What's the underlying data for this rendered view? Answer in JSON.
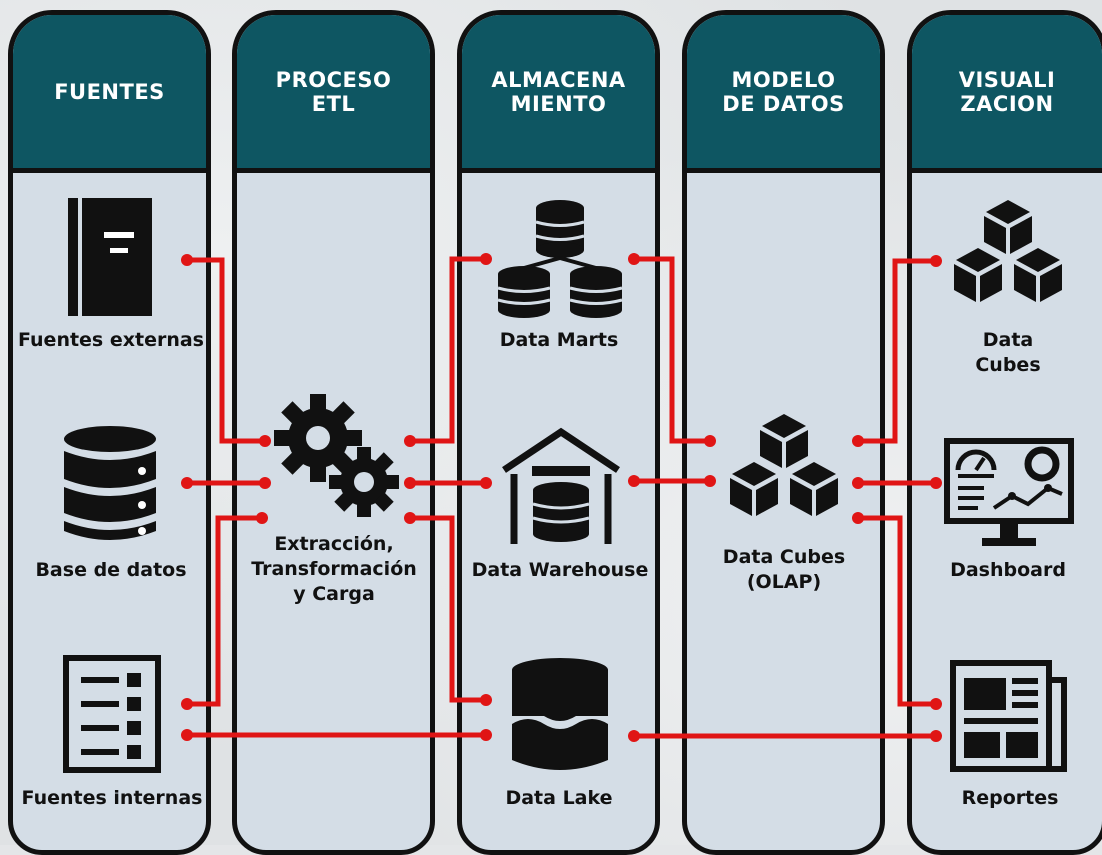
{
  "columns": [
    {
      "title": "FUENTES"
    },
    {
      "title": "PROCESO\nETL"
    },
    {
      "title": "ALMACENA\nMIENTO"
    },
    {
      "title": "MODELO\nDE DATOS"
    },
    {
      "title": "VISUALI\nZACION"
    }
  ],
  "nodes": {
    "fuentes_externas": "Fuentes externas",
    "base_de_datos": "Base de datos",
    "fuentes_internas": "Fuentes internas",
    "etl": "Extracción,\nTransformación\ny Carga",
    "data_marts": "Data Marts",
    "data_warehouse": "Data Warehouse",
    "data_lake": "Data Lake",
    "olap": "Data Cubes\n(OLAP)",
    "data_cubes": "Data Cubes",
    "dashboard": "Dashboard",
    "reportes": "Reportes"
  },
  "colors": {
    "header": "#0e5662",
    "column_fill": "#d4dde6",
    "connector": "#e01515",
    "border": "#111111"
  }
}
